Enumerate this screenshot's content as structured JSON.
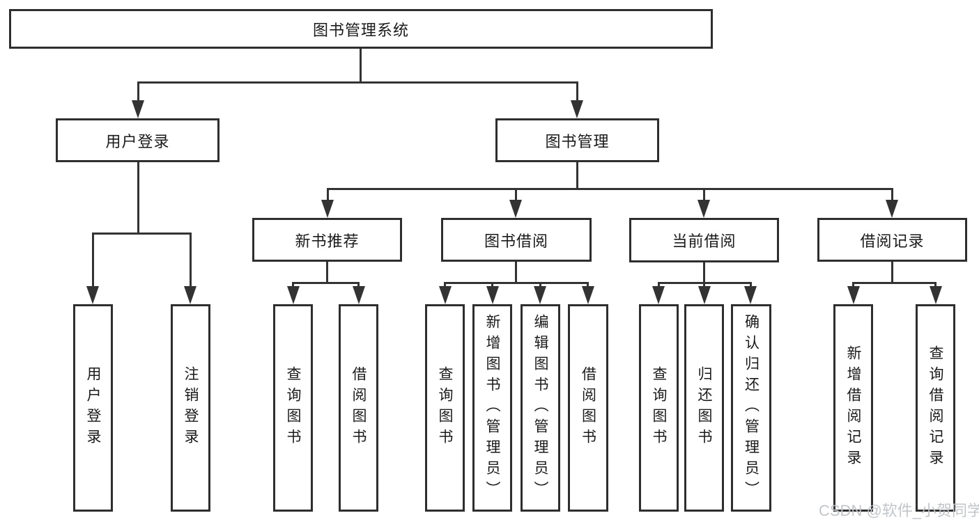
{
  "colors": {
    "line": "#333333",
    "border": "#2e2e2e",
    "text": "#1a1a1a",
    "background": "#ffffff",
    "watermark": "#bfc3c7"
  },
  "tree": {
    "root": "图书管理系统",
    "branches": [
      {
        "label": "用户登录",
        "leaves": [
          "用户登录",
          "注销登录"
        ]
      },
      {
        "label": "图书管理",
        "groups": [
          {
            "label": "新书推荐",
            "leaves": [
              "查询图书",
              "借阅图书"
            ]
          },
          {
            "label": "图书借阅",
            "leaves": [
              "查询图书",
              "新增图书（管理员）",
              "编辑图书（管理员）",
              "借阅图书"
            ]
          },
          {
            "label": "当前借阅",
            "leaves": [
              "查询图书",
              "归还图书",
              "确认归还（管理员）"
            ]
          },
          {
            "label": "借阅记录",
            "leaves": [
              "新增借阅记录",
              "查询借阅记录"
            ]
          }
        ]
      }
    ]
  },
  "watermark": "CSDN @软件_小贺同学"
}
